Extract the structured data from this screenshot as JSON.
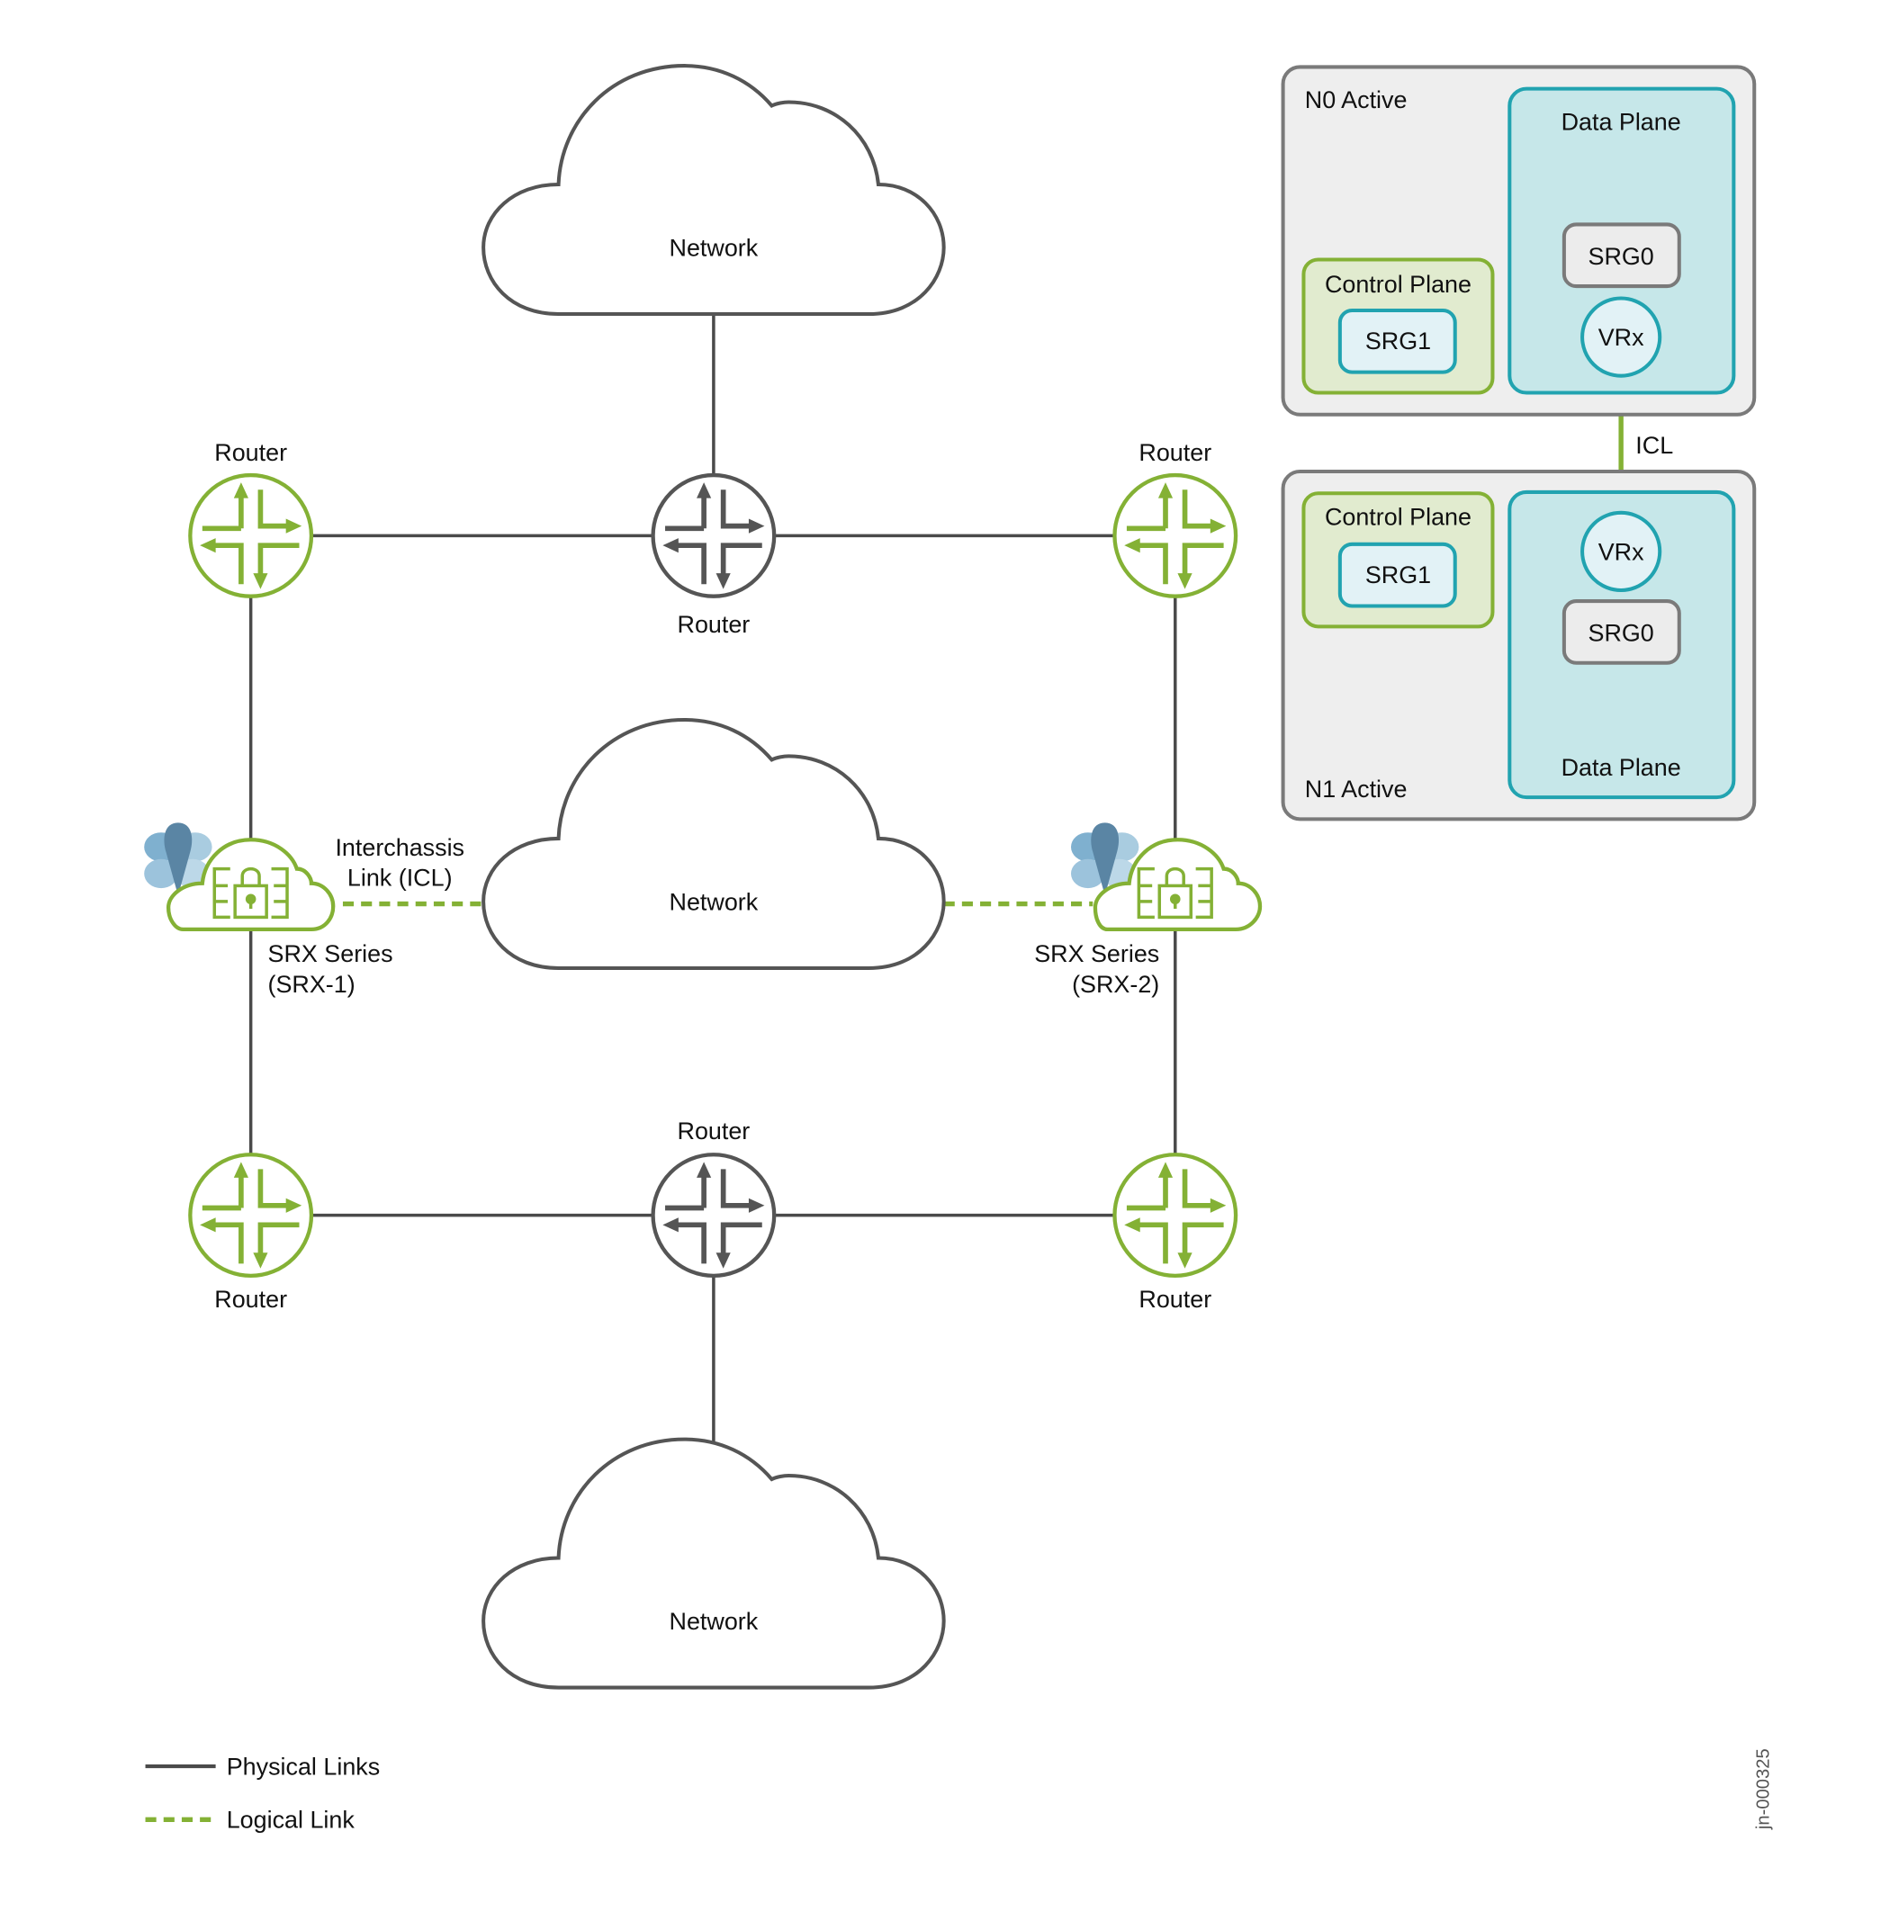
{
  "diagram": {
    "clouds": [
      {
        "id": "network-top",
        "label": "Network"
      },
      {
        "id": "network-middle",
        "label": "Network"
      },
      {
        "id": "network-bottom",
        "label": "Network"
      }
    ],
    "routers": [
      {
        "id": "router-top-left",
        "label": "Router",
        "style": "green"
      },
      {
        "id": "router-top-center",
        "label": "Router",
        "style": "gray"
      },
      {
        "id": "router-top-right",
        "label": "Router",
        "style": "green"
      },
      {
        "id": "router-bottom-left",
        "label": "Router",
        "style": "green"
      },
      {
        "id": "router-bottom-center",
        "label": "Router",
        "style": "gray"
      },
      {
        "id": "router-bottom-right",
        "label": "Router",
        "style": "green"
      }
    ],
    "srx": [
      {
        "id": "srx-1",
        "line1": "SRX Series",
        "line2": "(SRX-1)"
      },
      {
        "id": "srx-2",
        "line1": "SRX Series",
        "line2": "(SRX-2)"
      }
    ],
    "icl_label": {
      "line1": "Interchassis",
      "line2": "Link (ICL)"
    },
    "nodes": {
      "n0": {
        "title": "N0 Active",
        "control_plane": {
          "label": "Control Plane",
          "srg": "SRG1"
        },
        "data_plane": {
          "label": "Data Plane",
          "srg": "SRG0",
          "vr": "VRx"
        }
      },
      "n1": {
        "title": "N1 Active",
        "control_plane": {
          "label": "Control Plane",
          "srg": "SRG1"
        },
        "data_plane": {
          "label": "Data Plane",
          "srg": "SRG0",
          "vr": "VRx"
        }
      },
      "icl": "ICL"
    },
    "legend": [
      {
        "type": "physical",
        "label": "Physical Links",
        "color": "#4a4a4a"
      },
      {
        "type": "logical",
        "label": "Logical Link",
        "color": "#84b135"
      }
    ],
    "figure_id": "jn-000325",
    "colors": {
      "green": "#84b135",
      "teal": "#21a3b0",
      "gray": "#555555",
      "node_fill": "#eeeeee",
      "control_plane_fill": "#e1ebcf",
      "data_plane_fill": "#c6e7e9"
    }
  }
}
